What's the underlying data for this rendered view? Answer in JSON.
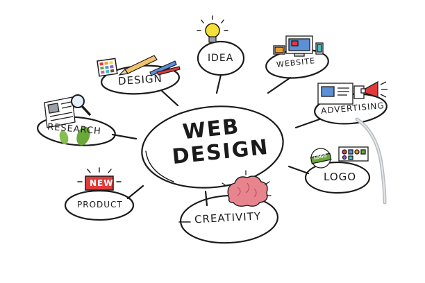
{
  "center": {
    "line1": "WEB",
    "line2": "DESIGN"
  },
  "nodes": {
    "design": "DESIGN",
    "idea": "IDEA",
    "website": "WEBSITE",
    "advertising": "ADVERTISING",
    "research": "RESEARCH",
    "logo": "LOGO",
    "product": "PRODUCT",
    "creativity": "CREATIVITY"
  },
  "badges": {
    "new": "NEW",
    "logo_sticker": "LOGO"
  },
  "colors": {
    "ink": "#1b1b1b",
    "bulb": "#f7df3a",
    "brain": "#e8848e",
    "new_badge": "#e23a3a",
    "leaf": "#6aa83a",
    "screen": "#5b8fd6"
  }
}
